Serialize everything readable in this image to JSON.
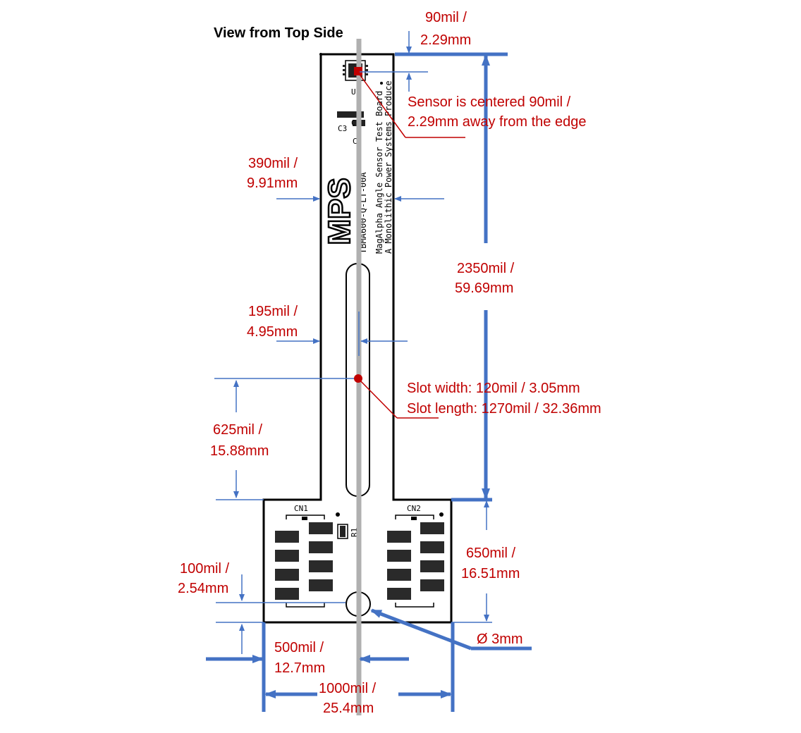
{
  "title": "View from Top Side",
  "colors": {
    "dimension_text": "#c00000",
    "arrow": "#4472c4",
    "board_outline": "#000000",
    "center_line": "#b0b0b0",
    "marker": "#c00000"
  },
  "labels": {
    "edge_mil": "90mil /",
    "edge_mm": "2.29mm",
    "sensor_note_1": "Sensor is centered 90mil /",
    "sensor_note_2": "2.29mm away from the edge",
    "width_mil": "390mil /",
    "width_mm": "9.91mm",
    "length_mil": "2350mil /",
    "length_mm": "59.69mm",
    "half_mil": "195mil /",
    "half_mm": "4.95mm",
    "slot_width": "Slot width: 120mil / 3.05mm",
    "slot_length": "Slot length: 1270mil / 32.36mm",
    "slot_pos_mil": "625mil /",
    "slot_pos_mm": "15.88mm",
    "base_mil": "650mil /",
    "base_mm": "16.51mm",
    "hole_pos_mil": "100mil /",
    "hole_pos_mm": "2.54mm",
    "hole_diameter": "Ø 3mm",
    "base_half_mil": "500mil /",
    "base_half_mm": "12.7mm",
    "base_width_mil": "1000mil /",
    "base_width_mm": "25.4mm"
  },
  "silkscreen": {
    "u1": "U1",
    "c3": "C3",
    "c2": "C2",
    "c1": "C1",
    "cn1": "CN1",
    "cn2": "CN2",
    "r1": "R1",
    "logo": "MPS",
    "board_id": "TBMA600-Q-LT-00A",
    "board_name": "MagAlpha Angle Sensor Test Board",
    "board_maker": "A Monolithic Power Systems Produce"
  }
}
